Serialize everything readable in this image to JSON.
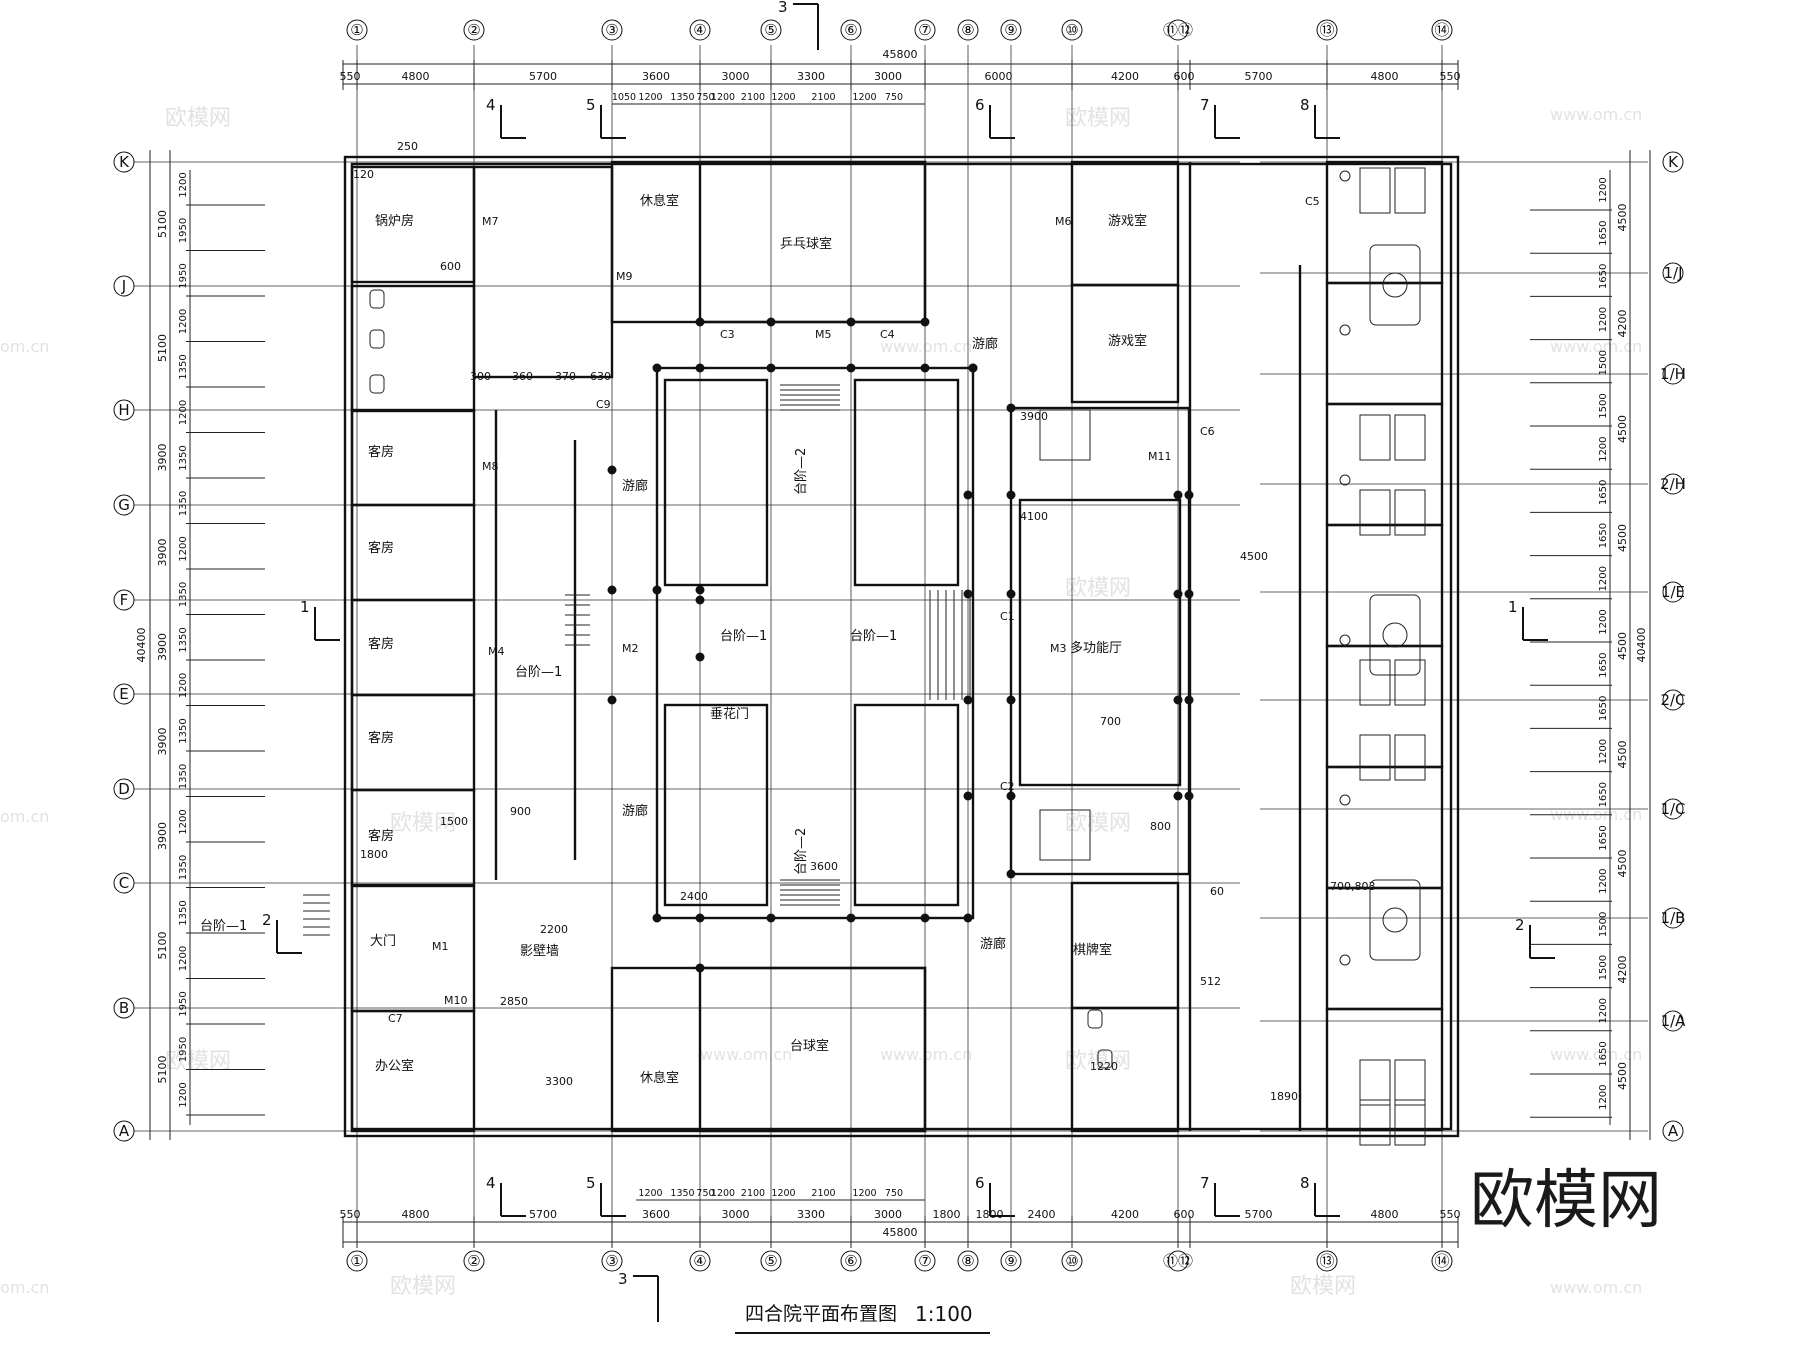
{
  "drawing": {
    "title": "四合院平面布置图",
    "scale": "1:100",
    "brand": "欧模网",
    "watermark_cn": "欧模网",
    "watermark_url": "www.om.cn",
    "watermark_url2": "om.cn"
  },
  "axes": {
    "columns": [
      "①",
      "②",
      "③",
      "④",
      "⑤",
      "⑥",
      "⑦",
      "⑧",
      "⑨",
      "⑩",
      "⑪⑫",
      "⑬",
      "⑭"
    ],
    "rows": [
      "K",
      "J",
      "H",
      "G",
      "F",
      "E",
      "D",
      "C",
      "B",
      "A"
    ],
    "right_rows": [
      "K",
      "1/J",
      "1/H",
      "2/H",
      "1/E",
      "2/C",
      "1/C",
      "1/B",
      "1/A",
      "A"
    ]
  },
  "dimensions": {
    "top_total": "45800",
    "bottom_total": "45800",
    "top_spans": [
      "550",
      "4800",
      "5700",
      "3600",
      "3000",
      "3300",
      "3000",
      "6000",
      "4200",
      "600",
      "5700",
      "4800",
      "550"
    ],
    "bottom_spans": [
      "550",
      "4800",
      "5700",
      "3600",
      "3000",
      "3300",
      "3000",
      "1800",
      "1800",
      "2400",
      "4200",
      "600",
      "5700",
      "4800",
      "550"
    ],
    "top_sub": [
      "1050",
      "1200",
      "1350",
      "750",
      "1200",
      "2100",
      "1200",
      "2100",
      "1200",
      "750"
    ],
    "bottom_sub": [
      "1200",
      "1350",
      "750",
      "1200",
      "2100",
      "1200",
      "2100",
      "1200",
      "750"
    ],
    "left_spans": [
      "5100",
      "5100",
      "3900",
      "3900",
      "3900",
      "3900",
      "3900",
      "5100",
      "5100"
    ],
    "left_total": "40400",
    "right_total": "40400",
    "right_spans": [
      "4500",
      "4200",
      "4500",
      "4500",
      "4500",
      "4500",
      "4500",
      "4200",
      "4500"
    ],
    "left_sub": [
      "1200",
      "1950",
      "1950",
      "1200",
      "1350",
      "1200",
      "1350",
      "1350",
      "1200",
      "1350",
      "1350",
      "1200",
      "1350",
      "1350",
      "1200",
      "1350",
      "1350",
      "1200",
      "1950",
      "1950",
      "1200"
    ],
    "right_sub": [
      "1200",
      "1650",
      "1650",
      "1200",
      "1500",
      "1500",
      "1200",
      "1650",
      "1650",
      "1200",
      "1200",
      "1650",
      "1650",
      "1200",
      "1650",
      "1650",
      "1200",
      "1500",
      "1500",
      "1200",
      "1650",
      "1200"
    ],
    "misc": [
      "250",
      "120",
      "600",
      "300",
      "360",
      "370",
      "630",
      "900",
      "1500",
      "1800",
      "2200",
      "2400",
      "2850",
      "3300",
      "3600",
      "3900",
      "4100",
      "4500",
      "700",
      "800",
      "60",
      "512",
      "1220",
      "1890",
      "700,803"
    ]
  },
  "section_marks": [
    "1",
    "2",
    "3",
    "4",
    "5",
    "6",
    "7",
    "8"
  ],
  "rooms": {
    "boiler": "锅炉房",
    "guest": "客房",
    "gate": "大门",
    "office": "办公室",
    "screen_wall": "影壁墙",
    "rest": "休息室",
    "pingpong": "乒乓球室",
    "billiards": "台球室",
    "game": "游戏室",
    "corridor": "游廊",
    "multi": "多功能厅",
    "chess": "棋牌室",
    "flower_gate": "垂花门",
    "step1": "台阶—1",
    "step2": "台阶—2"
  },
  "labels": {
    "windows": [
      "C1",
      "C2",
      "C3",
      "C4",
      "C5",
      "C6",
      "C7",
      "C9"
    ],
    "doors": [
      "M1",
      "M2",
      "M3",
      "M4",
      "M5",
      "M6",
      "M7",
      "M8",
      "M9",
      "M10",
      "M11"
    ]
  }
}
